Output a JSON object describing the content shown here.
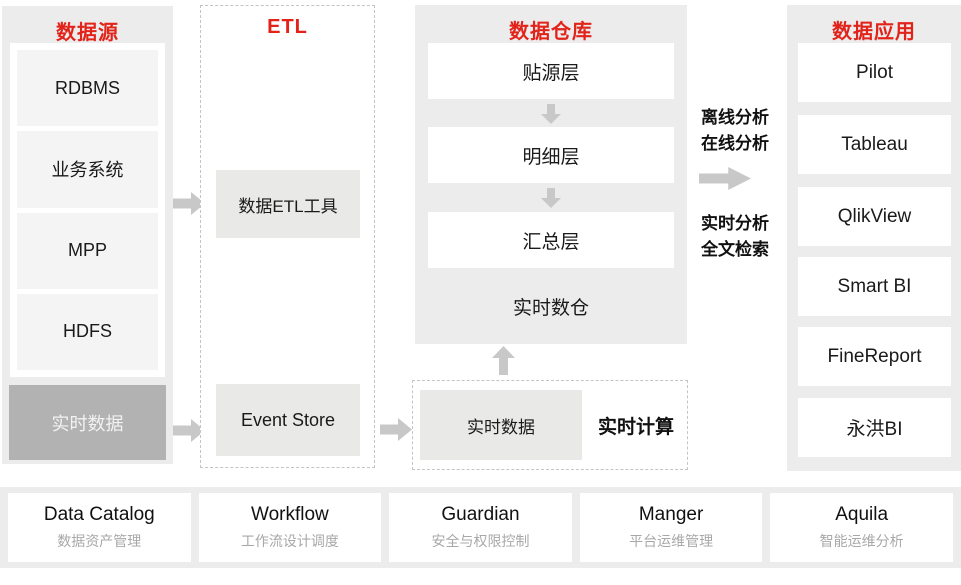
{
  "colors": {
    "accent_red": "#e2231a",
    "panel_bg": "#ececec",
    "box_light": "#f4f4f4",
    "box_mid": "#e9e9e7",
    "box_dark": "#b2b2b2",
    "arrow_gray": "#c8c8c8",
    "subtitle_gray": "#a8a8a8"
  },
  "sources": {
    "title": "数据源",
    "items": [
      "RDBMS",
      "业务系统",
      "MPP",
      "HDFS"
    ],
    "realtime_item": "实时数据"
  },
  "etl": {
    "title": "ETL",
    "tool": "数据ETL工具",
    "event_store": "Event Store"
  },
  "warehouse": {
    "title": "数据仓库",
    "layers": [
      "贴源层",
      "明细层",
      "汇总层"
    ],
    "realtime_label": "实时数仓"
  },
  "realtime_pipeline": {
    "data_box": "实时数据",
    "compute_label": "实时计算"
  },
  "annotations": {
    "offline": "离线分析",
    "online": "在线分析",
    "realtime": "实时分析",
    "fulltext": "全文检索"
  },
  "apps": {
    "title": "数据应用",
    "items": [
      "Pilot",
      "Tableau",
      "QlikView",
      "Smart BI",
      "FineReport",
      "永洪BI"
    ]
  },
  "services": [
    {
      "name": "Data Catalog",
      "desc": "数据资产管理"
    },
    {
      "name": "Workflow",
      "desc": "工作流设计调度"
    },
    {
      "name": "Guardian",
      "desc": "安全与权限控制"
    },
    {
      "name": "Manger",
      "desc": "平台运维管理"
    },
    {
      "name": "Aquila",
      "desc": "智能运维分析"
    }
  ]
}
